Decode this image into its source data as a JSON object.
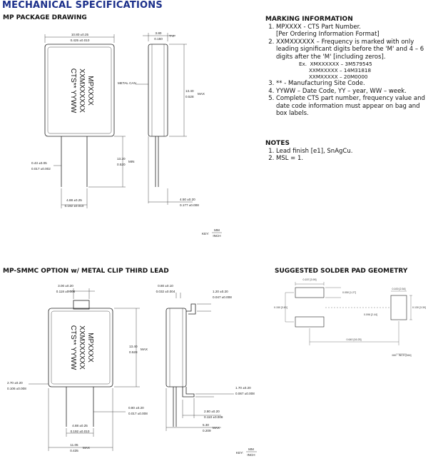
{
  "page_title": "MECHANICAL SPECIFICATIONS",
  "mp_package": {
    "heading": "MP PACKAGE DRAWING",
    "mark_lines": [
      "MPXXXX",
      "XXMXXXXXX",
      "CTS** YYWW"
    ],
    "metal_can_label": "METAL CAN",
    "dims": {
      "width_mm": "10.80 ±0.25",
      "width_in": "0.425 ±0.010",
      "depth_mm": "3.80",
      "depth_in": "0.150",
      "depth_suffix": "TYP",
      "height_mm": "13.40",
      "height_in": "0.528",
      "height_suffix": "MAX",
      "lead_len_mm": "13.20",
      "lead_len_in": "0.520",
      "lead_len_suffix": "MIN",
      "lead_dia_mm": "0.43 ±0.05",
      "lead_dia_in": "0.017 ±0.002",
      "lead_space_mm": "4.88 ±0.25",
      "lead_space_in": "0.192 ±0.010",
      "side_mm": "4.50 ±0.20",
      "side_in": "0.177 ±0.008"
    },
    "key": {
      "label": "KEY:",
      "top": "MM",
      "bottom": "INCH"
    }
  },
  "marking": {
    "heading": "MARKING INFORMATION",
    "items": [
      {
        "text": "MPXXXX - CTS Part Number.",
        "sub": "[Per Ordering Information Format]"
      },
      {
        "text": "XXMXXXXXX – Frequency is marked with only leading significant digits before the 'M' and 4 – 6 digits after the 'M' [including zeros]."
      },
      {
        "text": "** - Manufacturing Site Code."
      },
      {
        "text": "YYWW – Date Code, YY – year, WW – week."
      },
      {
        "text": "Complete CTS part number, frequency value and date code information must appear on bag and box labels."
      }
    ],
    "examples_label": "Ex.",
    "examples": [
      "XMXXXXXX – 3M579545",
      "XXMXXXXX – 14M31818",
      "XXMXXXXX – 20M0000"
    ]
  },
  "notes": {
    "heading": "NOTES",
    "items": [
      "Lead finish [e1], SnAgCu.",
      "MSL = 1."
    ]
  },
  "mp_smmc": {
    "heading": "MP-SMMC OPTION w/ METAL CLIP THIRD LEAD",
    "mark_lines": [
      "MPXXXX",
      "XXMXXXXXX",
      "CTS** YYWW"
    ],
    "dims": {
      "clip_w_mm": "3.00 ±0.20",
      "clip_w_in": "0.118 ±0.008",
      "clip_t_mm": "0.80 ±0.10",
      "clip_t_in": "0.032 ±0.004",
      "clip_h_mm": "1.20 ±0.20",
      "clip_h_in": "0.047 ±0.008",
      "height_mm": "13.40",
      "height_in": "0.528",
      "height_suffix": "MAX",
      "lead_off_mm": "2.70 ±0.20",
      "lead_off_in": "0.106 ±0.008",
      "lead_dia_mm": "0.80 ±0.20",
      "lead_dia_in": "0.017 ±0.008",
      "lead_space_mm": "4.88 ±0.25",
      "lead_space_in": "0.192 ±0.010",
      "width_mm": "11.05",
      "width_in": "0.435",
      "width_suffix": "MAX",
      "foot_mm": "1.70 ±0.20",
      "foot_in": "0.067 ±0.008",
      "foot2_mm": "2.80 ±0.20",
      "foot2_in": "0.110 ±0.008",
      "side_mm": "5.30",
      "side_in": "0.209",
      "side_suffix": "MAX"
    },
    "key": {
      "label": "KEY:",
      "top": "MM",
      "bottom": "INCH"
    }
  },
  "solder_pad": {
    "heading": "SUGGESTED SOLDER PAD GEOMETRY",
    "dims": {
      "pad_w": "0.157 [3.99]",
      "pad_h": "0.050 [1.27]",
      "pitch_v": "0.150 [3.81]",
      "pad3_w": "0.100 [2.54]",
      "pad3_h": "0.130 [3.30]",
      "offset": "0.096 [2.44]",
      "total": "0.640 [16.25]"
    },
    "key": "MM · INCH [MM]"
  }
}
